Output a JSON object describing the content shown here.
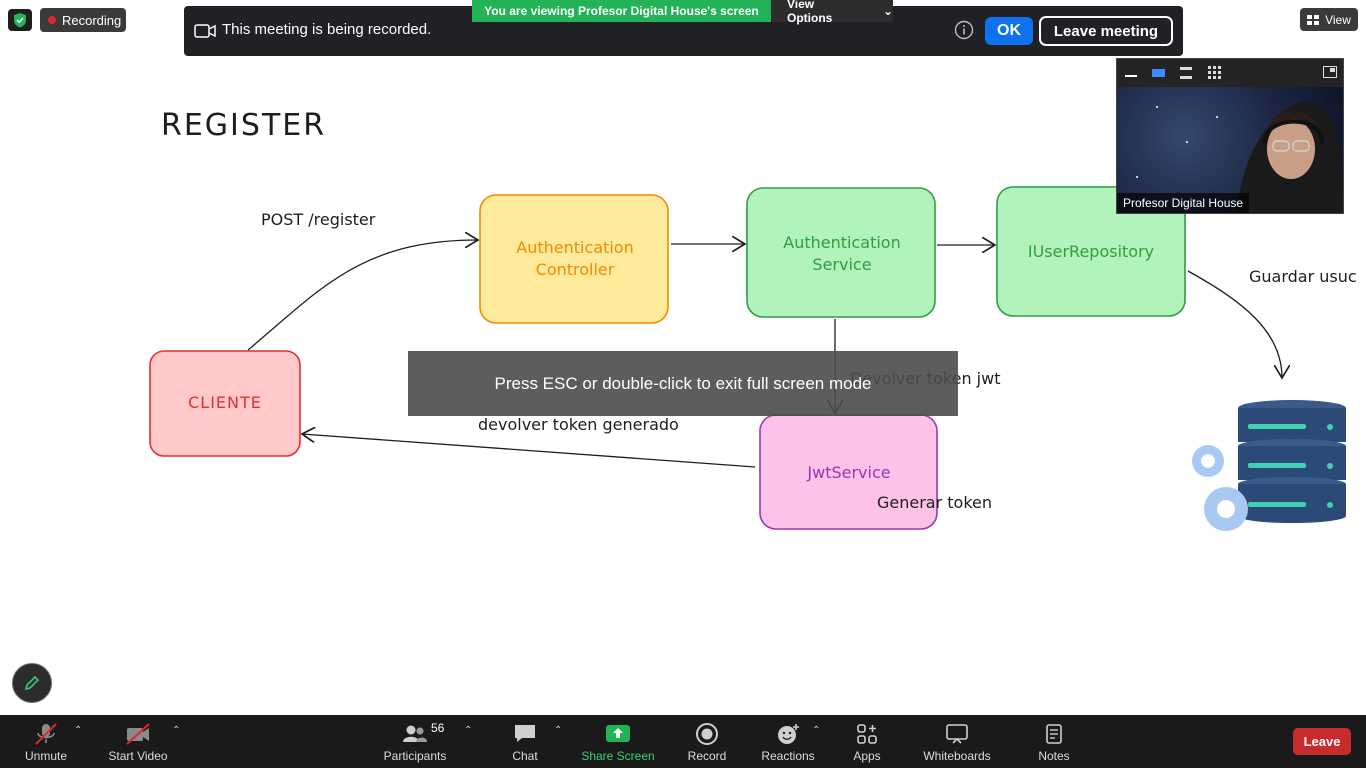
{
  "top": {
    "recording_label": "Recording",
    "view_label": "View"
  },
  "banner": {
    "message": "This meeting is being recorded.",
    "ok_label": "OK",
    "leave_label": "Leave meeting",
    "viewing_notice": "You are viewing Profesor Digital House's screen",
    "view_options_label": "View Options"
  },
  "video": {
    "participant_name": "Profesor Digital House"
  },
  "fullscreen_toast": "Press ESC or double-click to exit full screen mode",
  "diagram": {
    "title": "REGISTER",
    "nodes": {
      "cliente": "CLIENTE",
      "controller_line1": "Authentication",
      "controller_line2": "Controller",
      "service_line1": "Authentication",
      "service_line2": "Service",
      "repository": "IUserRepository",
      "jwt": "JwtService"
    },
    "edges": {
      "post_register": "POST /register",
      "devolver_token_jwt": "Devolver token jwt",
      "devolver_token_generado": "devolver token generado",
      "generar_token": "Generar token",
      "guardar_usuario": "Guardar usuc"
    }
  },
  "toolbar": {
    "unmute": "Unmute",
    "start_video": "Start Video",
    "participants": "Participants",
    "participants_count": "56",
    "chat": "Chat",
    "share_screen": "Share Screen",
    "record": "Record",
    "reactions": "Reactions",
    "apps": "Apps",
    "whiteboards": "Whiteboards",
    "notes": "Notes",
    "leave": "Leave"
  },
  "colors": {
    "share_green": "#22b356",
    "ok_blue": "#0e72ed",
    "leave_red": "#c72c2c",
    "controller_fill": "#ffe99a",
    "service_fill": "#b2f2bb",
    "cliente_fill": "#ffc9c9",
    "jwt_fill": "#fcc2e7"
  }
}
